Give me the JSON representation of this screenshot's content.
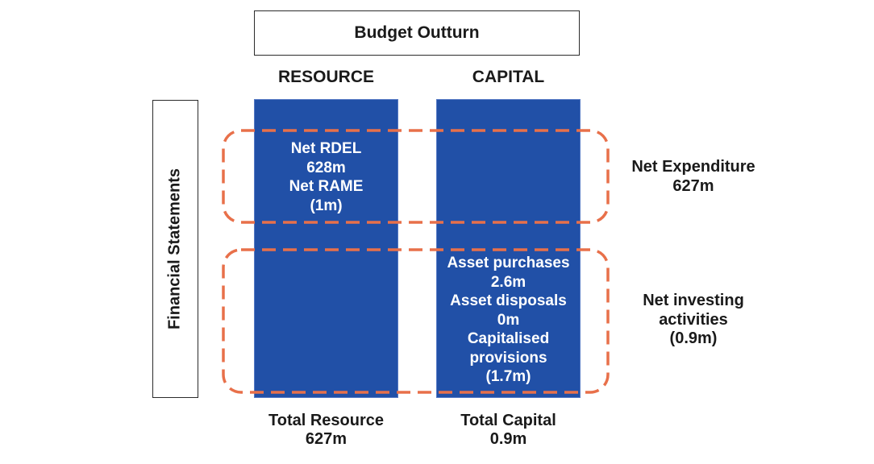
{
  "header": {
    "title": "Budget Outturn"
  },
  "columns": [
    {
      "label": "RESOURCE"
    },
    {
      "label": "CAPITAL"
    }
  ],
  "side_axis": {
    "label": "Financial Statements"
  },
  "resource_bar": {
    "lines": [
      "Net RDEL",
      "628m",
      "Net RAME",
      "(1m)"
    ]
  },
  "capital_bar": {
    "lines": [
      "Asset purchases",
      "2.6m",
      "Asset disposals",
      "0m",
      "Capitalised",
      "provisions",
      "(1.7m)"
    ]
  },
  "groups": [
    {
      "title": "Net Expenditure",
      "value": "627m"
    },
    {
      "title_line1": "Net investing",
      "title_line2": "activities",
      "value": "(0.9m)"
    }
  ],
  "totals": [
    {
      "label": "Total Resource",
      "value": "627m"
    },
    {
      "label": "Total Capital",
      "value": "0.9m"
    }
  ],
  "colors": {
    "bar_fill": "#2150a7",
    "dash_outline": "#e8704a",
    "text": "#1a1a1a"
  }
}
